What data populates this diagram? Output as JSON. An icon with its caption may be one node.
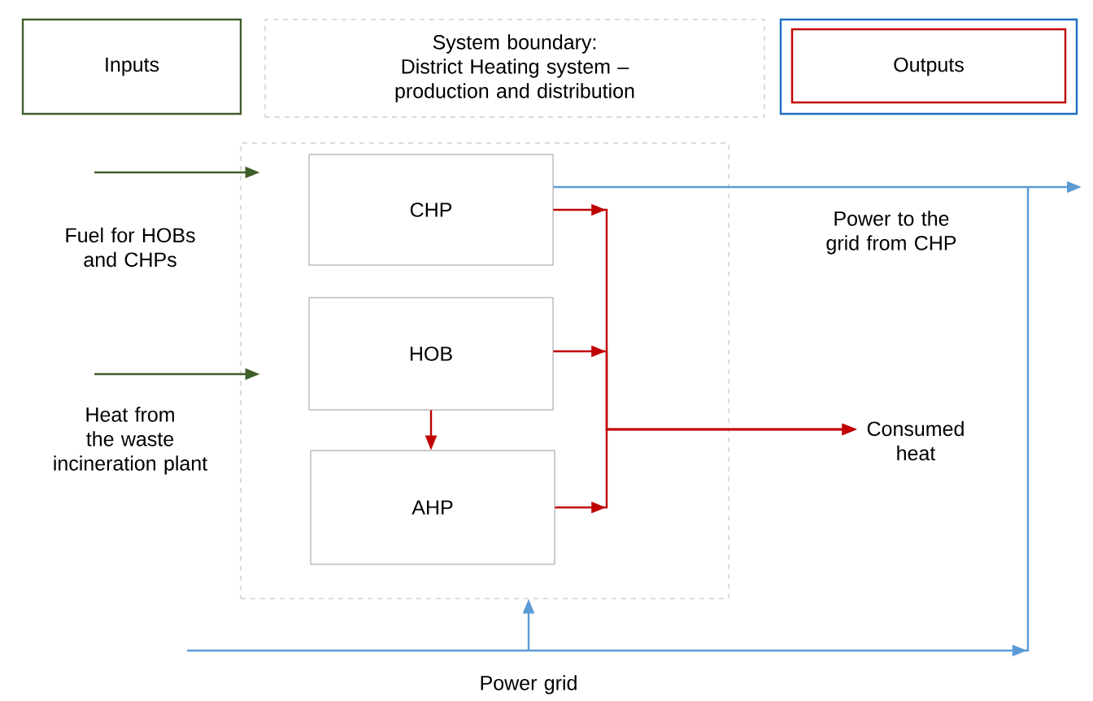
{
  "diagram": {
    "nodes": [
      {
        "text": [
          "Inputs"
        ]
      },
      {
        "text": [
          "System boundary: District Heating system – production and distribution"
        ]
      },
      {
        "text": [
          "Outputs"
        ]
      },
      {
        "text": [],
        "shape": "box"
      },
      {
        "text": [
          "CHP"
        ],
        "in": 3
      },
      {
        "text": [
          "HOB"
        ],
        "in": 3
      },
      {
        "text": [
          "AHP"
        ],
        "in": 3
      },
      {
        "text": [
          "Consumed heat"
        ]
      }
    ],
    "edges": [
      {
        "from": null,
        "to": 3,
        "arrow": "to",
        "label": "Fuel for HOBs and CHPs",
        "color": "#3f5f2a"
      },
      {
        "from": null,
        "to": 3,
        "arrow": "to",
        "label": "Heat from the waste incineration plant",
        "color": "#3f5f2a"
      },
      {
        "from": 4,
        "to": null,
        "arrow": "to",
        "label": "Power to the grid from CHP",
        "color": "#5b9bd5"
      },
      {
        "from": 4,
        "to": 7,
        "arrow": "to",
        "color": "#c00000"
      },
      {
        "from": 5,
        "to": 7,
        "arrow": "to",
        "color": "#c00000"
      },
      {
        "from": 6,
        "to": 7,
        "arrow": "to",
        "color": "#c00000"
      },
      {
        "from": 5,
        "to": 6,
        "arrow": "to",
        "color": "#c00000"
      },
      {
        "from": null,
        "to": 3,
        "arrow": "to",
        "label": "Power grid",
        "color": "#5b9bd5"
      }
    ]
  }
}
